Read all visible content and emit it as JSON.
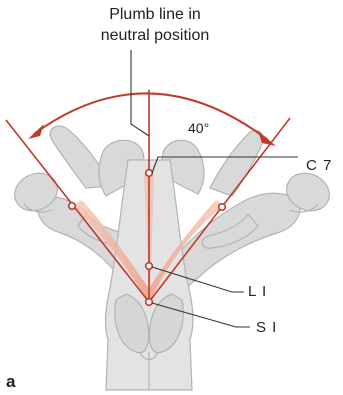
{
  "title_lines": [
    "Plumb line in",
    "neutral position"
  ],
  "angle_label": "40°",
  "labels": {
    "c7": "C 7",
    "l1": "L I",
    "s1": "S I"
  },
  "panel_letter": "a",
  "colors": {
    "accent": "#c0392b",
    "figure_fill": "#d9d9d9",
    "figure_stroke": "#b3b3b3",
    "spine_band": "#f2b49f",
    "leader": "#333333"
  }
}
